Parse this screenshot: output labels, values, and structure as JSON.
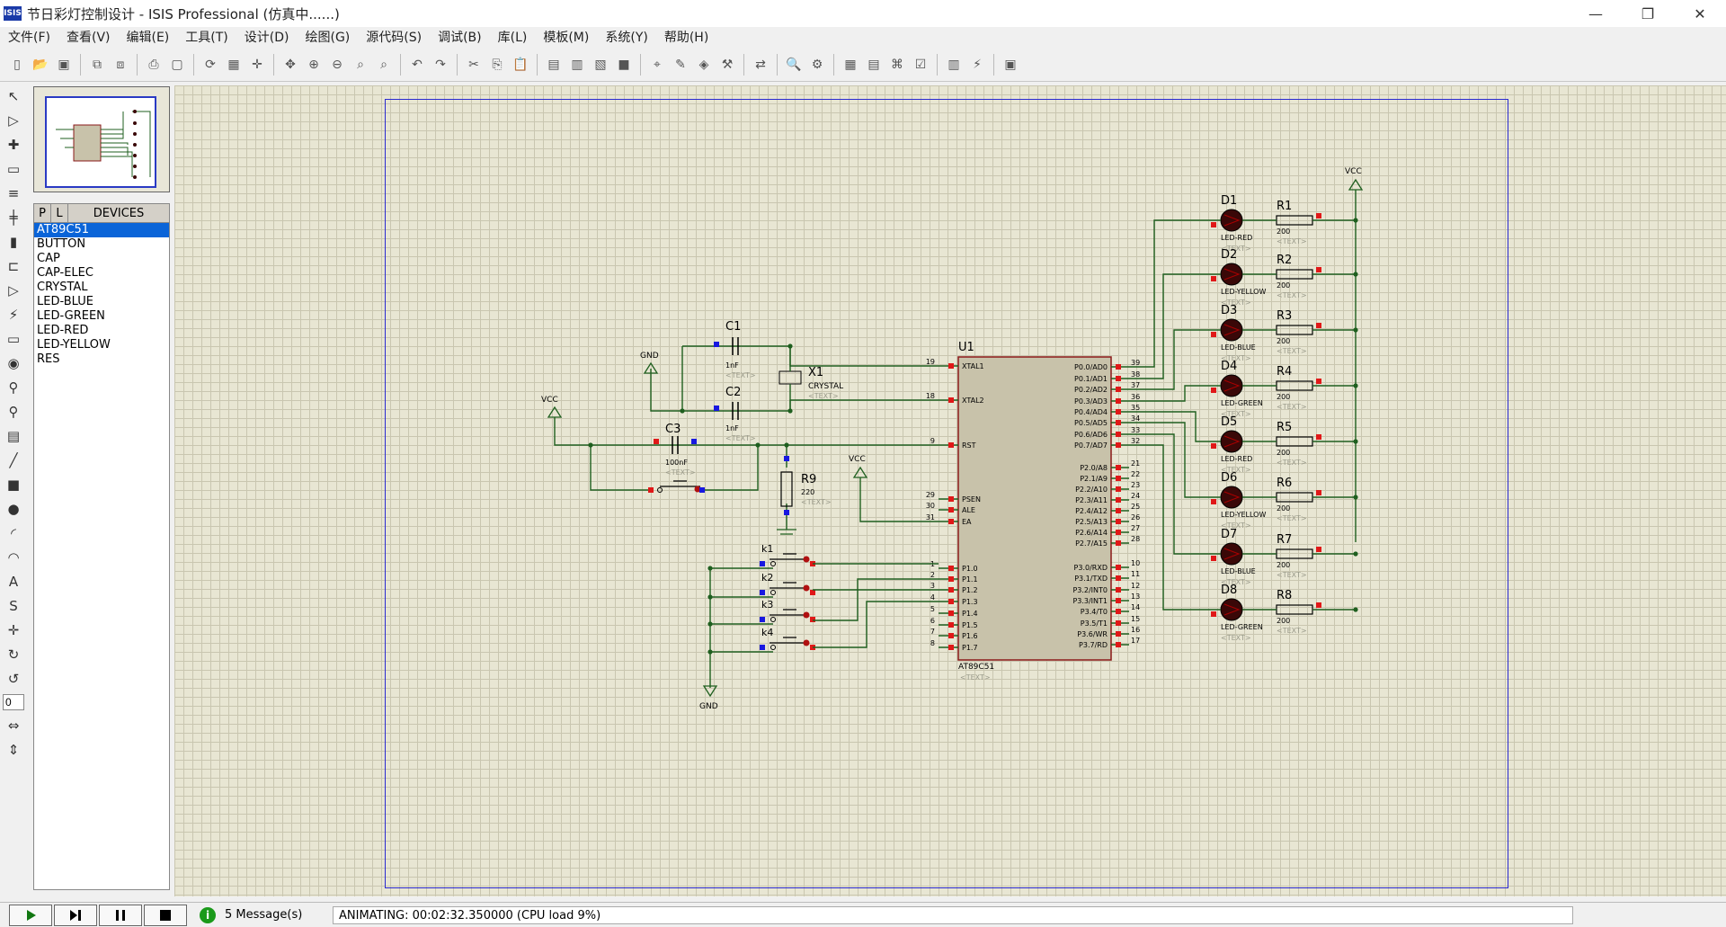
{
  "title": "节日彩灯控制设计 - ISIS Professional (仿真中......)",
  "app_icon": "ISIS",
  "window_buttons": [
    "—",
    "❐",
    "✕"
  ],
  "menu": [
    "文件(F)",
    "查看(V)",
    "编辑(E)",
    "工具(T)",
    "设计(D)",
    "绘图(G)",
    "源代码(S)",
    "调试(B)",
    "库(L)",
    "模板(M)",
    "系统(Y)",
    "帮助(H)"
  ],
  "toolbar_icons": [
    "new-icon",
    "open-icon",
    "save-icon",
    "sep",
    "import-icon",
    "export-icon",
    "sep",
    "print-icon",
    "area-icon",
    "sep",
    "refresh-icon",
    "grid-icon",
    "origin-icon",
    "sep",
    "pan-icon",
    "zoom-in-icon",
    "zoom-out-icon",
    "zoom-all-icon",
    "zoom-area-icon",
    "sep",
    "undo-icon",
    "redo-icon",
    "sep",
    "cut-icon",
    "copy-icon",
    "paste-icon",
    "sep",
    "block-copy-icon",
    "block-move-icon",
    "block-rotate-icon",
    "block-delete-icon",
    "sep",
    "pick-icon",
    "make-device-icon",
    "package-icon",
    "decompose-icon",
    "sep",
    "wire-route-icon",
    "sep",
    "search-icon",
    "property-icon",
    "sep",
    "netlist-icon",
    "bom-icon",
    "ares-icon",
    "check-icon",
    "sep",
    "sim-icon",
    "graph-icon",
    "sep",
    "ares-logo-icon"
  ],
  "left_tools": [
    "select-icon",
    "component-icon",
    "junction-icon",
    "label-icon",
    "text-script-icon",
    "bus-icon",
    "subcircuit-icon",
    "terminal-icon",
    "pin-icon",
    "graph-icon",
    "tape-icon",
    "generator-icon",
    "probe-voltage-icon",
    "probe-current-icon",
    "instrument-icon",
    "line-icon",
    "box-icon",
    "circle-icon",
    "arc-icon",
    "path-icon",
    "text-icon",
    "symbol-icon",
    "marker-icon",
    "rotate-cw-icon",
    "rotate-ccw-icon"
  ],
  "rotation_value": "0",
  "flip_tools": [
    "flip-h-icon",
    "flip-v-icon"
  ],
  "panel": {
    "tab_p": "P",
    "tab_l": "L",
    "title": "DEVICES",
    "devices": [
      "AT89C51",
      "BUTTON",
      "CAP",
      "CAP-ELEC",
      "CRYSTAL",
      "LED-BLUE",
      "LED-GREEN",
      "LED-RED",
      "LED-YELLOW",
      "RES"
    ],
    "selected": "AT89C51"
  },
  "schematic": {
    "u1": {
      "ref": "U1",
      "part": "AT89C51",
      "text": "<TEXT>",
      "left_pins": [
        {
          "num": "19",
          "name": "XTAL1"
        },
        {
          "num": "18",
          "name": "XTAL2"
        },
        {
          "num": "9",
          "name": "RST"
        },
        {
          "num": "29",
          "name": "PSEN"
        },
        {
          "num": "30",
          "name": "ALE"
        },
        {
          "num": "31",
          "name": "EA"
        },
        {
          "num": "1",
          "name": "P1.0"
        },
        {
          "num": "2",
          "name": "P1.1"
        },
        {
          "num": "3",
          "name": "P1.2"
        },
        {
          "num": "4",
          "name": "P1.3"
        },
        {
          "num": "5",
          "name": "P1.4"
        },
        {
          "num": "6",
          "name": "P1.5"
        },
        {
          "num": "7",
          "name": "P1.6"
        },
        {
          "num": "8",
          "name": "P1.7"
        }
      ],
      "right_pins": [
        {
          "num": "39",
          "name": "P0.0/AD0"
        },
        {
          "num": "38",
          "name": "P0.1/AD1"
        },
        {
          "num": "37",
          "name": "P0.2/AD2"
        },
        {
          "num": "36",
          "name": "P0.3/AD3"
        },
        {
          "num": "35",
          "name": "P0.4/AD4"
        },
        {
          "num": "34",
          "name": "P0.5/AD5"
        },
        {
          "num": "33",
          "name": "P0.6/AD6"
        },
        {
          "num": "32",
          "name": "P0.7/AD7"
        },
        {
          "num": "21",
          "name": "P2.0/A8"
        },
        {
          "num": "22",
          "name": "P2.1/A9"
        },
        {
          "num": "23",
          "name": "P2.2/A10"
        },
        {
          "num": "24",
          "name": "P2.3/A11"
        },
        {
          "num": "25",
          "name": "P2.4/A12"
        },
        {
          "num": "26",
          "name": "P2.5/A13"
        },
        {
          "num": "27",
          "name": "P2.6/A14"
        },
        {
          "num": "28",
          "name": "P2.7/A15"
        },
        {
          "num": "10",
          "name": "P3.0/RXD"
        },
        {
          "num": "11",
          "name": "P3.1/TXD"
        },
        {
          "num": "12",
          "name": "P3.2/INT0"
        },
        {
          "num": "13",
          "name": "P3.3/INT1"
        },
        {
          "num": "14",
          "name": "P3.4/T0"
        },
        {
          "num": "15",
          "name": "P3.5/T1"
        },
        {
          "num": "16",
          "name": "P3.6/WR"
        },
        {
          "num": "17",
          "name": "P3.7/RD"
        }
      ]
    },
    "c1": {
      "ref": "C1",
      "value": "1nF",
      "text": "<TEXT>"
    },
    "c2": {
      "ref": "C2",
      "value": "1nF",
      "text": "<TEXT>"
    },
    "c3": {
      "ref": "C3",
      "value": "100nF",
      "text": "<TEXT>"
    },
    "x1": {
      "ref": "X1",
      "part": "CRYSTAL",
      "text": "<TEXT>"
    },
    "r9": {
      "ref": "R9",
      "value": "220",
      "text": "<TEXT>"
    },
    "gnd1": "GND",
    "gnd2": "GND",
    "vcc1": "VCC",
    "vcc2": "VCC",
    "vcc3": "VCC",
    "keys": [
      "k1",
      "k2",
      "k3",
      "k4"
    ],
    "leds": [
      {
        "ref": "D1",
        "part": "LED-RED",
        "text": "<TEXT>"
      },
      {
        "ref": "D2",
        "part": "LED-YELLOW",
        "text": "<TEXT>"
      },
      {
        "ref": "D3",
        "part": "LED-BLUE",
        "text": "<TEXT>"
      },
      {
        "ref": "D4",
        "part": "LED-GREEN",
        "text": "<TEXT>"
      },
      {
        "ref": "D5",
        "part": "LED-RED",
        "text": "<TEXT>"
      },
      {
        "ref": "D6",
        "part": "LED-YELLOW",
        "text": "<TEXT>"
      },
      {
        "ref": "D7",
        "part": "LED-BLUE",
        "text": "<TEXT>"
      },
      {
        "ref": "D8",
        "part": "LED-GREEN",
        "text": "<TEXT>"
      }
    ],
    "resistors": [
      {
        "ref": "R1",
        "value": "200",
        "text": "<TEXT>"
      },
      {
        "ref": "R2",
        "value": "200",
        "text": "<TEXT>"
      },
      {
        "ref": "R3",
        "value": "200",
        "text": "<TEXT>"
      },
      {
        "ref": "R4",
        "value": "200",
        "text": "<TEXT>"
      },
      {
        "ref": "R5",
        "value": "200",
        "text": "<TEXT>"
      },
      {
        "ref": "R6",
        "value": "200",
        "text": "<TEXT>"
      },
      {
        "ref": "R7",
        "value": "200",
        "text": "<TEXT>"
      },
      {
        "ref": "R8",
        "value": "200",
        "text": "<TEXT>"
      }
    ]
  },
  "status": {
    "sim_buttons": [
      "play-icon",
      "step-icon",
      "pause-icon",
      "stop-icon"
    ],
    "messages": "5 Message(s)",
    "animating": "ANIMATING: 00:02:32.350000 (CPU load 9%)"
  },
  "colors": {
    "wire": "#1f5f1f",
    "part_fill": "#c8c2aa",
    "part_stroke": "#8a1818",
    "pin_red": "#e01818",
    "pin_blue": "#1818e0",
    "sheet": "#2a2ad0",
    "led": "#3a0808"
  }
}
